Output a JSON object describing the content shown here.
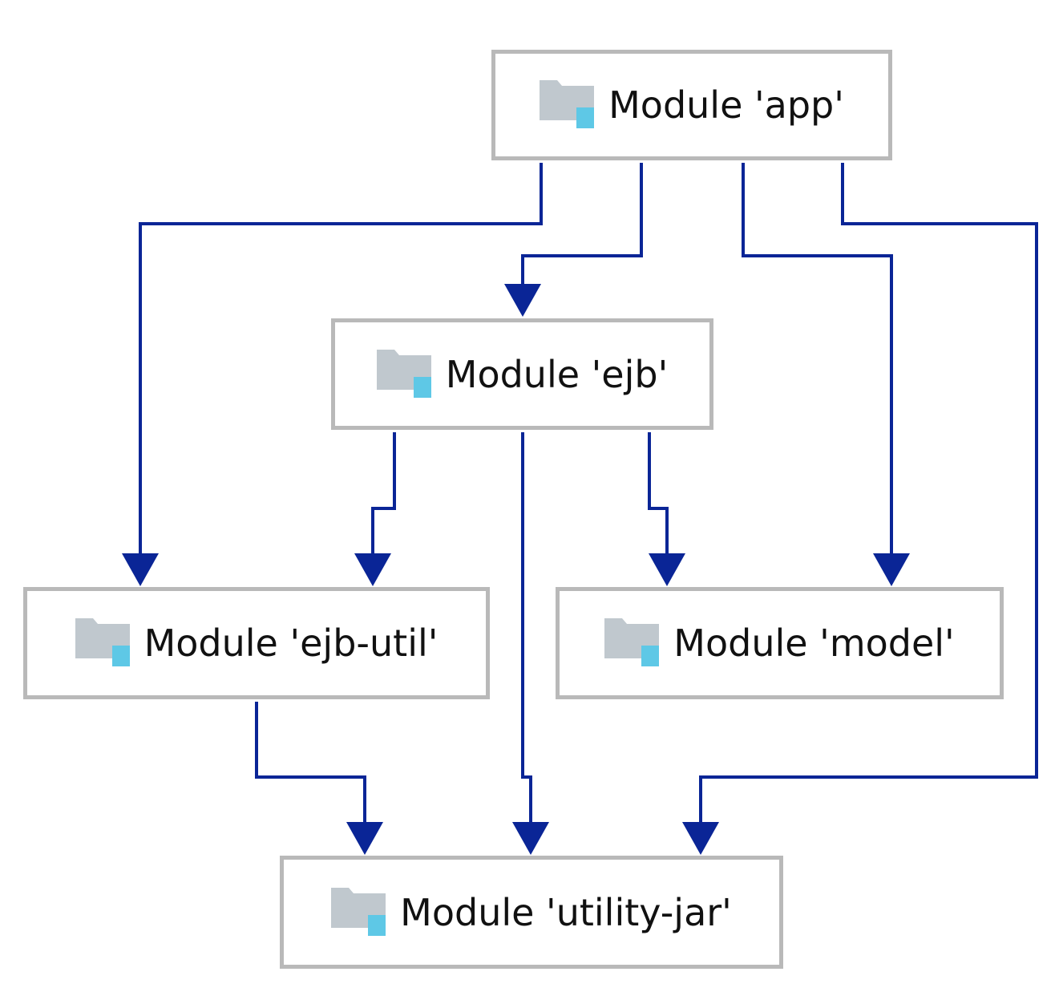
{
  "colors": {
    "edge": "#0a2596",
    "node_border": "#b9b9b9",
    "folder_icon": "#c0c8ce",
    "module_badge": "#5ec8e6"
  },
  "nodes": [
    {
      "id": "app",
      "label": "Module 'app'",
      "icon": "module-folder-icon"
    },
    {
      "id": "ejb",
      "label": "Module 'ejb'",
      "icon": "module-folder-icon"
    },
    {
      "id": "ejb-util",
      "label": "Module 'ejb-util'",
      "icon": "module-folder-icon"
    },
    {
      "id": "model",
      "label": "Module 'model'",
      "icon": "module-folder-icon"
    },
    {
      "id": "utility-jar",
      "label": "Module 'utility-jar'",
      "icon": "module-folder-icon"
    }
  ],
  "edges": [
    {
      "from": "app",
      "to": "ejb-util"
    },
    {
      "from": "app",
      "to": "ejb"
    },
    {
      "from": "app",
      "to": "model"
    },
    {
      "from": "app",
      "to": "utility-jar"
    },
    {
      "from": "ejb",
      "to": "ejb-util"
    },
    {
      "from": "ejb",
      "to": "utility-jar"
    },
    {
      "from": "ejb",
      "to": "model"
    },
    {
      "from": "ejb-util",
      "to": "utility-jar"
    }
  ]
}
